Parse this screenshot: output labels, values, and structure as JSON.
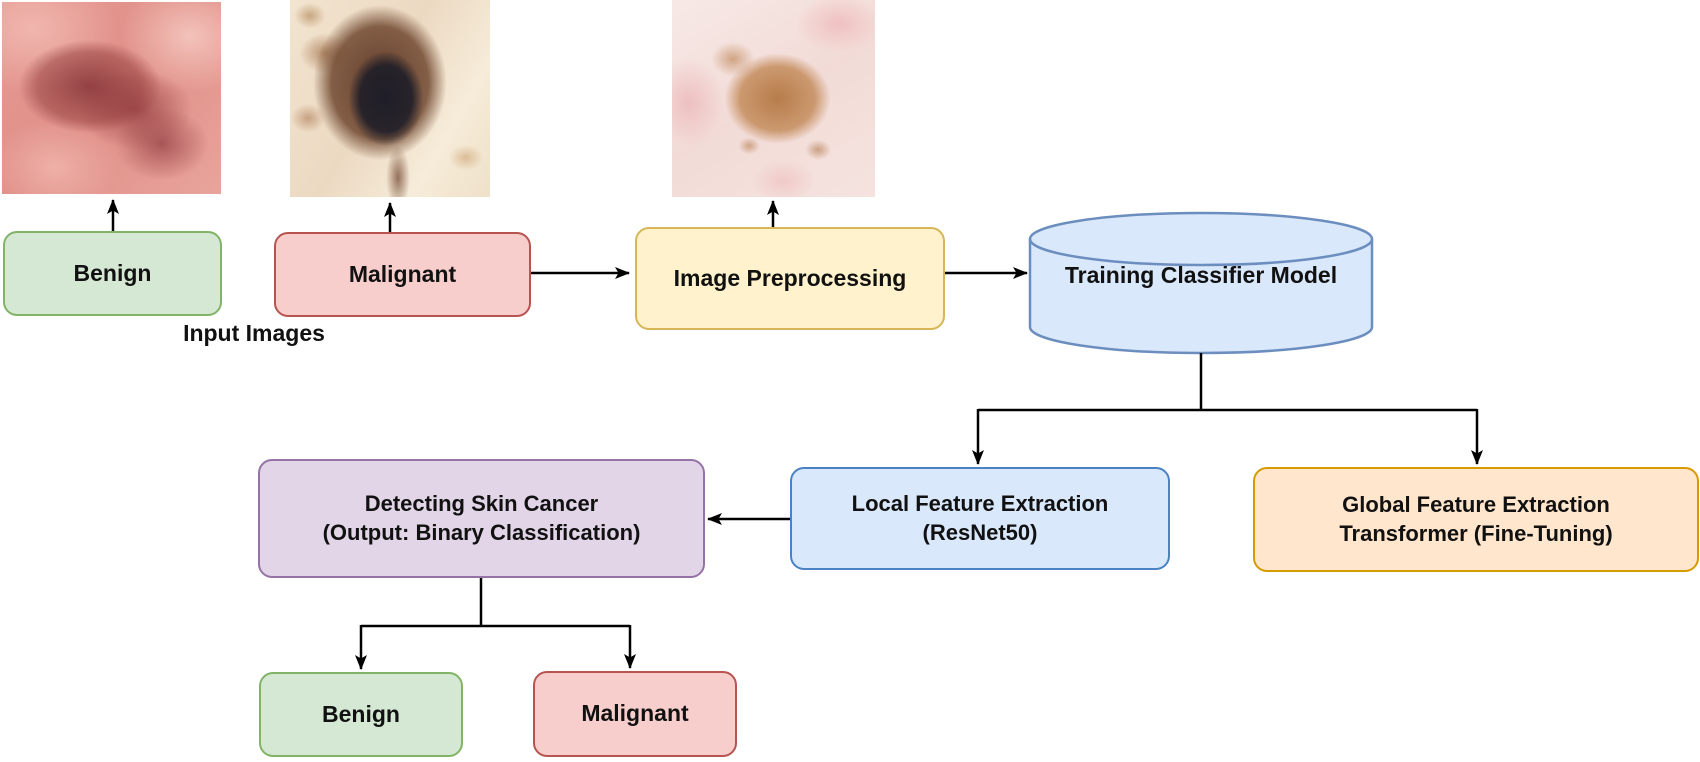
{
  "diagram": {
    "caption_labels": {
      "input_images": "Input Images"
    },
    "connector_color": "#000000",
    "text_color": "#111111",
    "nodes": {
      "benign_top": {
        "label": "Benign",
        "fill": "#d5e8d4",
        "stroke": "#82b366"
      },
      "malignant_top": {
        "label": "Malignant",
        "fill": "#f8cecc",
        "stroke": "#b85450"
      },
      "image_preprocessing": {
        "label": "Image Preprocessing",
        "fill": "#fff2cc",
        "stroke": "#d6b656"
      },
      "training_classifier_model": {
        "label": "Training Classifier Model",
        "fill": "#dae8fc",
        "stroke": "#6c8ebf"
      },
      "detecting_skin_cancer": {
        "line1": "Detecting Skin Cancer",
        "line2": "(Output: Binary Classification)",
        "fill": "#e1d5e7",
        "stroke": "#9673a6"
      },
      "local_feature_extraction": {
        "line1": "Local Feature Extraction",
        "line2": "(ResNet50)",
        "fill": "#dae8fc",
        "stroke": "#4a82c3"
      },
      "global_feature_extraction": {
        "line1": "Global Feature Extraction",
        "line2": "Transformer (Fine-Tuning)",
        "fill": "#ffe6cc",
        "stroke": "#d79b00"
      },
      "benign_bottom": {
        "label": "Benign",
        "fill": "#d5e8d4",
        "stroke": "#82b366"
      },
      "malignant_bottom": {
        "label": "Malignant",
        "fill": "#f8cecc",
        "stroke": "#b85450"
      }
    },
    "edges": [
      {
        "from": "benign_top",
        "to": "benign_sample_image"
      },
      {
        "from": "malignant_top",
        "to": "malignant_sample_image"
      },
      {
        "from": "malignant_top",
        "to": "image_preprocessing"
      },
      {
        "from": "image_preprocessing",
        "to": "preprocessed_sample_image"
      },
      {
        "from": "image_preprocessing",
        "to": "training_classifier_model"
      },
      {
        "from": "training_classifier_model",
        "to": "local_feature_extraction"
      },
      {
        "from": "training_classifier_model",
        "to": "global_feature_extraction"
      },
      {
        "from": "local_feature_extraction",
        "to": "detecting_skin_cancer"
      },
      {
        "from": "detecting_skin_cancer",
        "to": "benign_bottom"
      },
      {
        "from": "detecting_skin_cancer",
        "to": "malignant_bottom"
      }
    ]
  }
}
